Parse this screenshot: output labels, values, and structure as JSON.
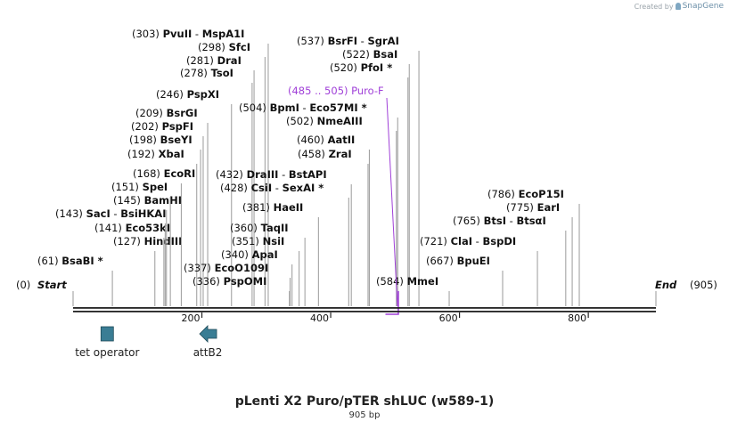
{
  "credit": {
    "prefix": "Created by",
    "brand": "SnapGene"
  },
  "sequence": {
    "name": "pLenti X2 Puro/pTER shLUC (w589-1)",
    "length_label": "905 bp",
    "length": 905
  },
  "ends": {
    "start_pos": "(0)",
    "start_label": "Start",
    "end_label": "End",
    "end_pos": "(905)"
  },
  "ruler_ticks": [
    "200",
    "400",
    "600",
    "800"
  ],
  "sites": [
    {
      "pos": "(61)",
      "name": "BsaBI *",
      "bp": 61,
      "name2": ""
    },
    {
      "pos": "(127)",
      "name": "HindIII",
      "bp": 127,
      "name2": ""
    },
    {
      "pos": "(141)",
      "name": "Eco53kI",
      "bp": 141,
      "name2": ""
    },
    {
      "pos": "(143)",
      "name": "SacI",
      "bp": 143,
      "name2": "BsiHKAI"
    },
    {
      "pos": "(145)",
      "name": "BamHI",
      "bp": 145,
      "name2": ""
    },
    {
      "pos": "(151)",
      "name": "SpeI",
      "bp": 151,
      "name2": ""
    },
    {
      "pos": "(168)",
      "name": "EcoRI",
      "bp": 168,
      "name2": ""
    },
    {
      "pos": "(192)",
      "name": "XbaI",
      "bp": 192,
      "name2": ""
    },
    {
      "pos": "(198)",
      "name": "BseYI",
      "bp": 198,
      "name2": ""
    },
    {
      "pos": "(202)",
      "name": "PspFI",
      "bp": 202,
      "name2": ""
    },
    {
      "pos": "(209)",
      "name": "BsrGI",
      "bp": 209,
      "name2": ""
    },
    {
      "pos": "(246)",
      "name": "PspXI",
      "bp": 246,
      "name2": ""
    },
    {
      "pos": "(278)",
      "name": "TsoI",
      "bp": 278,
      "name2": ""
    },
    {
      "pos": "(281)",
      "name": "DraI",
      "bp": 281,
      "name2": ""
    },
    {
      "pos": "(298)",
      "name": "SfcI",
      "bp": 298,
      "name2": ""
    },
    {
      "pos": "(303)",
      "name": "PvuII",
      "bp": 303,
      "name2": "MspA1I"
    },
    {
      "pos": "(336)",
      "name": "PspOMI",
      "bp": 336,
      "name2": ""
    },
    {
      "pos": "(337)",
      "name": "EcoO109I",
      "bp": 337,
      "name2": ""
    },
    {
      "pos": "(340)",
      "name": "ApaI",
      "bp": 340,
      "name2": ""
    },
    {
      "pos": "(351)",
      "name": "NsiI",
      "bp": 351,
      "name2": ""
    },
    {
      "pos": "(360)",
      "name": "TaqII",
      "bp": 360,
      "name2": ""
    },
    {
      "pos": "(381)",
      "name": "HaeII",
      "bp": 381,
      "name2": ""
    },
    {
      "pos": "(428)",
      "name": "CsiI",
      "bp": 428,
      "name2": "SexAI *"
    },
    {
      "pos": "(432)",
      "name": "DraIII",
      "bp": 432,
      "name2": "BstAPI"
    },
    {
      "pos": "(458)",
      "name": "ZraI",
      "bp": 458,
      "name2": ""
    },
    {
      "pos": "(460)",
      "name": "AatII",
      "bp": 460,
      "name2": ""
    },
    {
      "pos": "(502)",
      "name": "NmeAIII",
      "bp": 502,
      "name2": ""
    },
    {
      "pos": "(504)",
      "name": "BpmI",
      "bp": 504,
      "name2": "Eco57MI *"
    },
    {
      "pos": "(520)",
      "name": "PfoI *",
      "bp": 520,
      "name2": ""
    },
    {
      "pos": "(522)",
      "name": "BsaI",
      "bp": 522,
      "name2": ""
    },
    {
      "pos": "(537)",
      "name": "BsrFI",
      "bp": 537,
      "name2": "SgrAI"
    },
    {
      "pos": "(584)",
      "name": "MmeI",
      "bp": 584,
      "name2": ""
    },
    {
      "pos": "(667)",
      "name": "BpuEI",
      "bp": 667,
      "name2": ""
    },
    {
      "pos": "(721)",
      "name": "ClaI",
      "bp": 721,
      "name2": "BspDI"
    },
    {
      "pos": "(765)",
      "name": "BtsI",
      "bp": 765,
      "name2": "BtsαI"
    },
    {
      "pos": "(775)",
      "name": "EarI",
      "bp": 775,
      "name2": ""
    },
    {
      "pos": "(786)",
      "name": "EcoP15I",
      "bp": 786,
      "name2": ""
    }
  ],
  "primer": {
    "range": "(485 .. 505)",
    "name": "Puro-F",
    "start": 485,
    "end": 505,
    "color": "#a040d8"
  },
  "features": [
    {
      "name": "tet operator",
      "bp_center": 53,
      "shape": "box",
      "color": "#3a7d94"
    },
    {
      "name": "attB2",
      "bp_center": 209,
      "shape": "arrow-left",
      "color": "#3a7d94"
    }
  ]
}
